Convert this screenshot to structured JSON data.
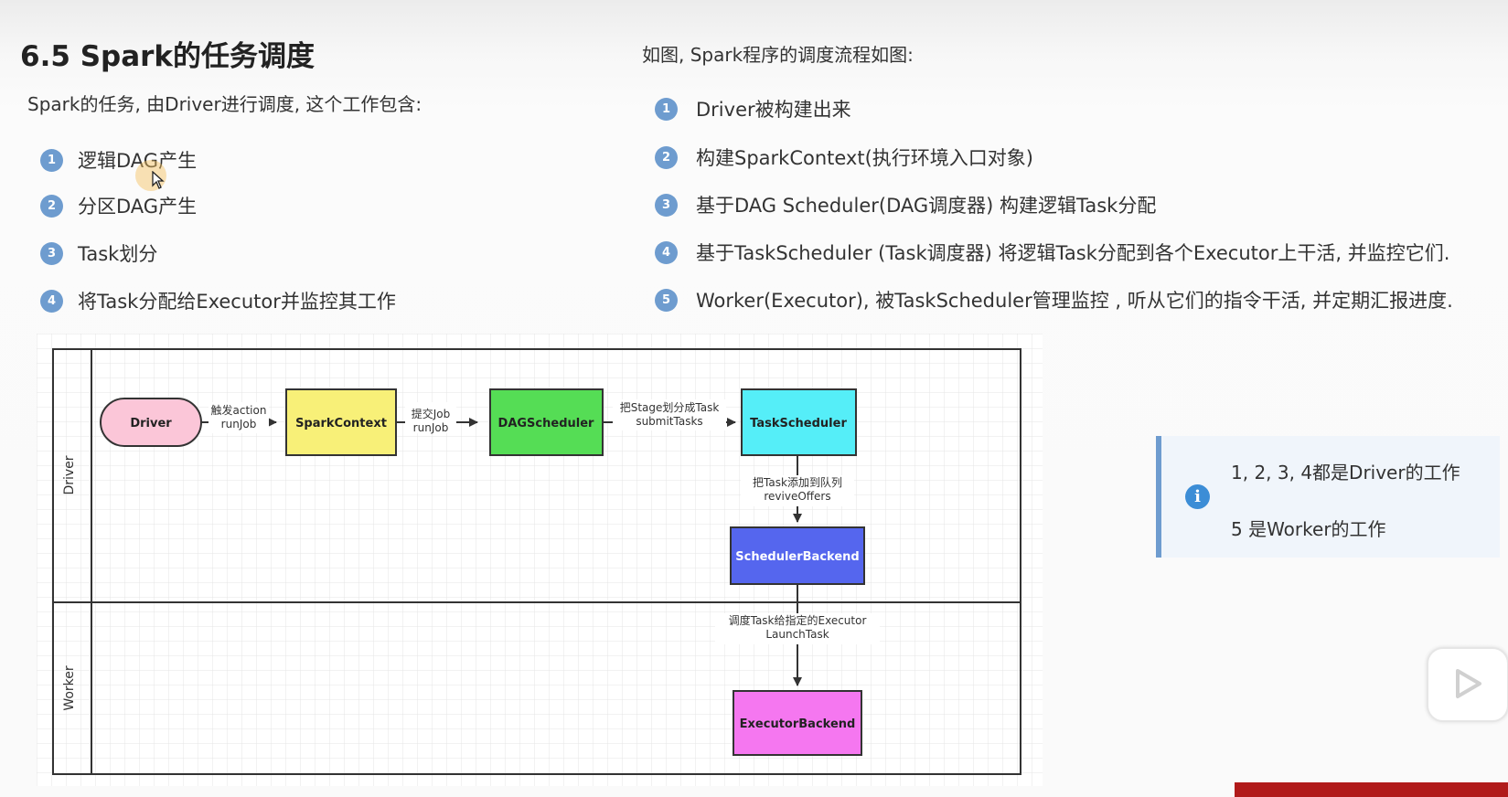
{
  "heading": "6.5 Spark的任务调度",
  "intro_left": "Spark的任务, 由Driver进行调度, 这个工作包含:",
  "left_list": [
    {
      "num": "1",
      "text": "逻辑DAG产生"
    },
    {
      "num": "2",
      "text": "分区DAG产生"
    },
    {
      "num": "3",
      "text": "Task划分"
    },
    {
      "num": "4",
      "text": "将Task分配给Executor并监控其工作"
    }
  ],
  "intro_right": "如图, Spark程序的调度流程如图:",
  "right_list": [
    {
      "num": "1",
      "text": "Driver被构建出来"
    },
    {
      "num": "2",
      "text": "构建SparkContext(执行环境入口对象)"
    },
    {
      "num": "3",
      "text": "基于DAG Scheduler(DAG调度器) 构建逻辑Task分配"
    },
    {
      "num": "4",
      "text": "基于TaskScheduler (Task调度器) 将逻辑Task分配到各个Executor上干活, 并监控它们."
    },
    {
      "num": "5",
      "text": "Worker(Executor), 被TaskScheduler管理监控 , 听从它们的指令干活, 并定期汇报进度."
    }
  ],
  "diagram": {
    "lanes": [
      "Driver",
      "Worker"
    ],
    "nodes": {
      "driver": {
        "label": "Driver",
        "color": "#fbc6d8"
      },
      "spark_context": {
        "label": "SparkContext",
        "color": "#f8f078"
      },
      "dag_scheduler": {
        "label": "DAGScheduler",
        "color": "#55dd55"
      },
      "task_scheduler": {
        "label": "TaskScheduler",
        "color": "#55eef8"
      },
      "scheduler_backend": {
        "label": "SchedulerBackend",
        "color": "#5566ee"
      },
      "executor_backend": {
        "label": "ExecutorBackend",
        "color": "#f577f0"
      }
    },
    "edges": {
      "e1": [
        "触发action",
        "runJob"
      ],
      "e2": [
        "提交Job",
        "runJob"
      ],
      "e3": [
        "把Stage划分成Task",
        "submitTasks"
      ],
      "e4": [
        "把Task添加到队列",
        "reviveOffers"
      ],
      "e5": [
        "调度Task给指定的Executor",
        "LaunchTask"
      ]
    }
  },
  "info": {
    "icon": "info-icon",
    "lines": [
      "1, 2, 3, 4都是Driver的工作",
      "5 是Worker的工作"
    ]
  },
  "colors": {
    "accent": "#6e9ccf",
    "info_icon": "#3c8dd6"
  }
}
